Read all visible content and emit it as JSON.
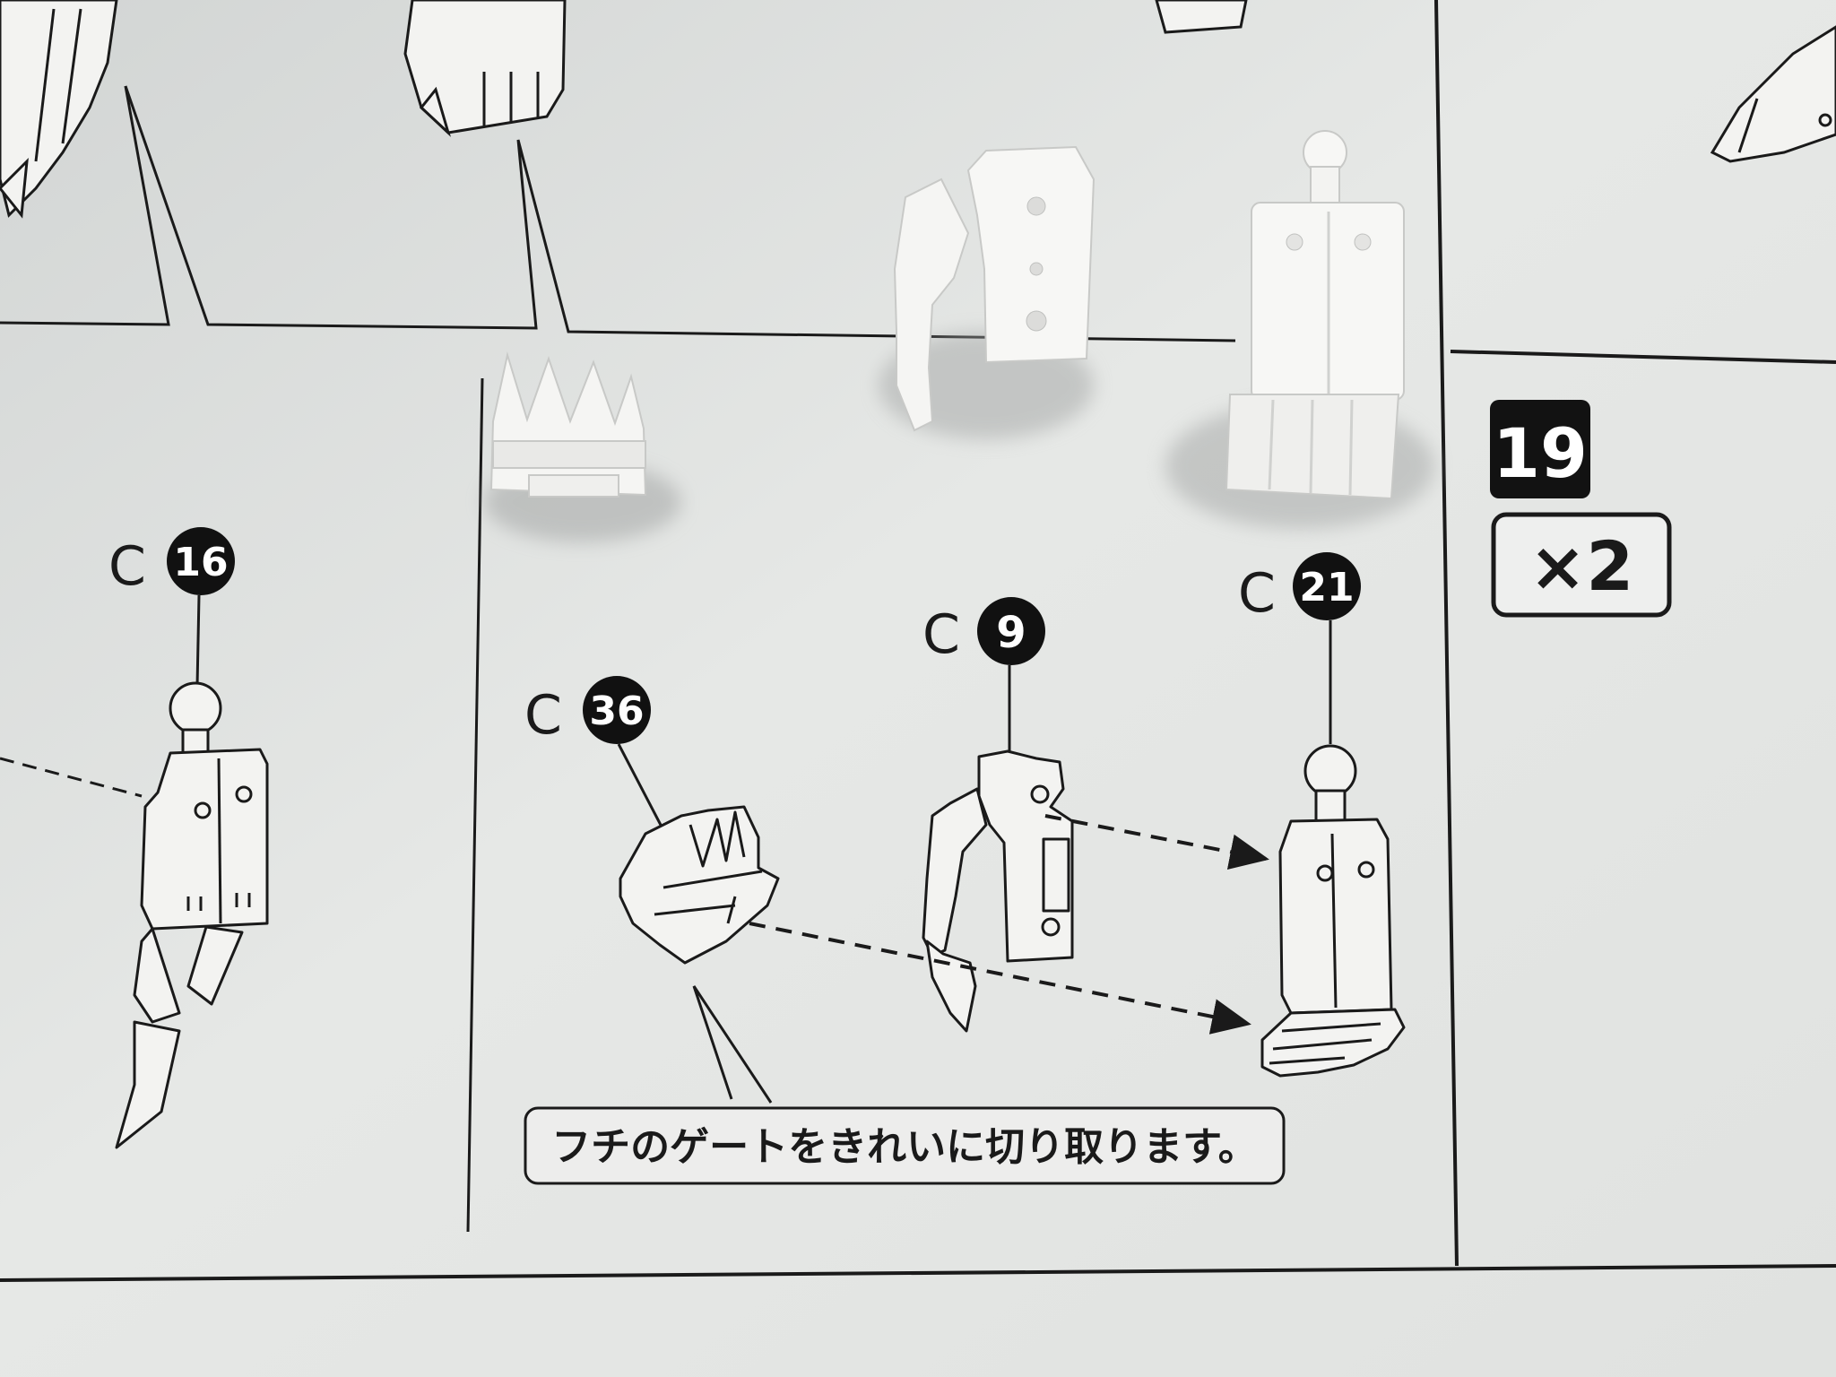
{
  "parts": {
    "c16": {
      "letter": "C",
      "number": "16"
    },
    "c36": {
      "letter": "C",
      "number": "36"
    },
    "c9": {
      "letter": "C",
      "number": "9"
    },
    "c21": {
      "letter": "C",
      "number": "21"
    }
  },
  "step": {
    "number": "19",
    "quantity": "×2"
  },
  "note": {
    "text": "フチのゲートをきれいに切り取ります。"
  },
  "colors": {
    "paper": "#e6e8e6",
    "ink": "#1a1a1a",
    "plastic": "#f4f4f2"
  }
}
